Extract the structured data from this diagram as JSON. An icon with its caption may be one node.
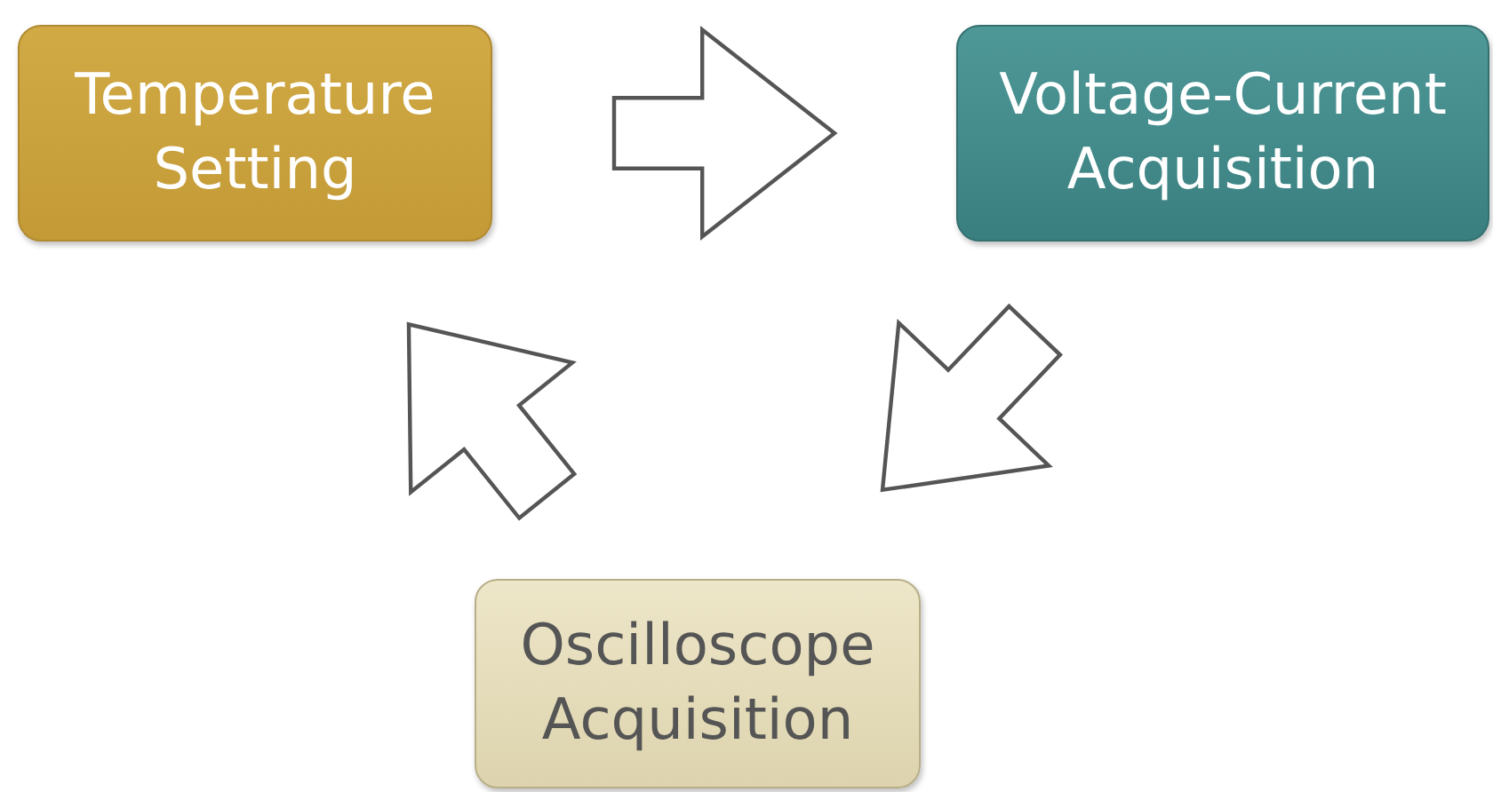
{
  "diagram": {
    "nodes": [
      {
        "text": [
          "Temperature Setting"
        ]
      },
      {
        "text": [
          "Voltage-Current Acquisition"
        ]
      },
      {
        "text": [
          "Oscilloscope Acquisition"
        ]
      }
    ],
    "edges": [
      {
        "from": 0,
        "to": 1,
        "arrow": "to"
      },
      {
        "from": 1,
        "to": 2,
        "arrow": "to"
      },
      {
        "from": 2,
        "to": 0,
        "arrow": "to"
      }
    ]
  }
}
